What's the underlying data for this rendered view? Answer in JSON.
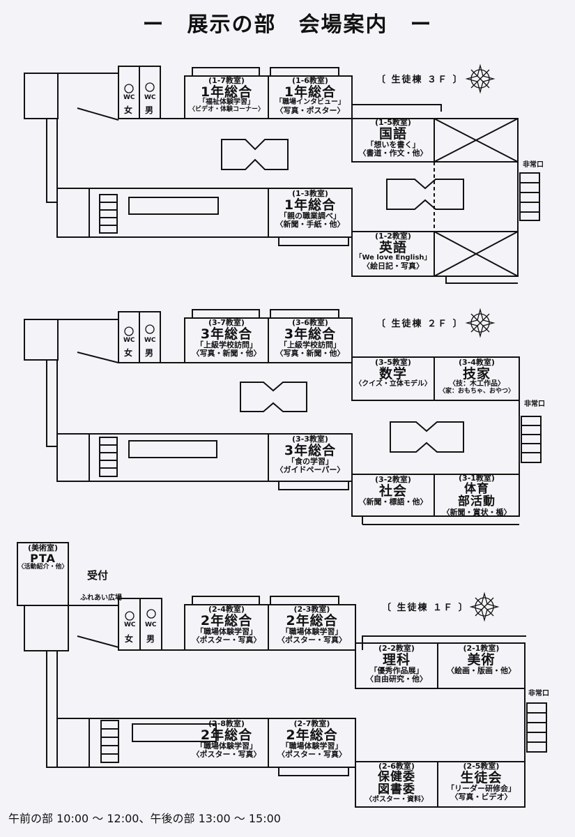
{
  "title": "ー　展示の部　会場案内　ー",
  "labels": {
    "wc_sign": "WC",
    "female": "女",
    "male": "男",
    "emergency_exit": "非常口"
  },
  "floors": {
    "f3": {
      "label": "〔 生徒棟 ３Ｆ 〕",
      "rooms": [
        {
          "num": "(1-7教室)",
          "title": "1年総合",
          "lines": [
            "「福祉体験学習」",
            "〈ビデオ・体験コーナー〉"
          ]
        },
        {
          "num": "(1-6教室)",
          "title": "1年総合",
          "lines": [
            "「職場インタビュー」",
            "〈写真・ポスター〉"
          ]
        },
        {
          "num": "(1-5教室)",
          "title": "国語",
          "lines": [
            "「想いを書く」",
            "〈書道・作文・他〉"
          ]
        },
        {
          "num": "(1-3教室)",
          "title": "1年総合",
          "lines": [
            "「親の職業調べ」",
            "〈新聞・手紙・他〉"
          ]
        },
        {
          "num": "(1-2教室)",
          "title": "英語",
          "lines": [
            "「We love English」",
            "〈絵日記・写真〉"
          ]
        }
      ]
    },
    "f2": {
      "label": "〔 生徒棟 ２Ｆ 〕",
      "rooms": [
        {
          "num": "(3-7教室)",
          "title": "3年総合",
          "lines": [
            "「上級学校訪問」",
            "〈写真・新聞・他〉"
          ]
        },
        {
          "num": "(3-6教室)",
          "title": "3年総合",
          "lines": [
            "「上級学校訪問」",
            "〈写真・新聞・他〉"
          ]
        },
        {
          "num": "(3-5教室)",
          "title": "数学",
          "lines": [
            "〈クイズ・立体モデル〉"
          ]
        },
        {
          "num": "(3-4教室)",
          "title": "技家",
          "lines": [
            "〈技：木工作品〉",
            "〈家：おもちゃ、おやつ〉"
          ]
        },
        {
          "num": "(3-3教室)",
          "title": "3年総合",
          "lines": [
            "「食の学習」",
            "〈ガイドペーパー〉"
          ]
        },
        {
          "num": "(3-2教室)",
          "title": "社会",
          "lines": [
            "〈新聞・標語・他〉"
          ]
        },
        {
          "num": "(3-1教室)",
          "title": "体育",
          "title2": "部活動",
          "lines": [
            "〈新聞・賞状・楯〉"
          ]
        }
      ]
    },
    "f1": {
      "label": "〔 生徒棟 １Ｆ 〕",
      "art_room": {
        "num": "(美術室)",
        "title": "PTA",
        "line": "〈活動紹介・他〉"
      },
      "reception": "受付",
      "plaza": "ふれあい広場",
      "rooms": [
        {
          "num": "(2-4教室)",
          "title": "2年総合",
          "lines": [
            "「職場体験学習」",
            "〈ポスター・写真〉"
          ]
        },
        {
          "num": "(2-3教室)",
          "title": "2年総合",
          "lines": [
            "「職場体験学習」",
            "〈ポスター・写真〉"
          ]
        },
        {
          "num": "(2-2教室)",
          "title": "理科",
          "lines": [
            "「優秀作品展」",
            "〈自由研究・他〉"
          ]
        },
        {
          "num": "(2-1教室)",
          "title": "美術",
          "lines": [
            "〈絵画・版画・他〉"
          ]
        },
        {
          "num": "(2-8教室)",
          "title": "2年総合",
          "lines": [
            "「職場体験学習」",
            "〈ポスター・写真〉"
          ]
        },
        {
          "num": "(2-7教室)",
          "title": "2年総合",
          "lines": [
            "「職場体験学習」",
            "〈ポスター・写真〉"
          ]
        },
        {
          "num": "(2-6教室)",
          "title": "保健委",
          "title2": "図書委",
          "lines": [
            "〈ポスター・資料〉"
          ]
        },
        {
          "num": "(2-5教室)",
          "title": "生徒会",
          "lines": [
            "「リーダー研修会」",
            "〈写真・ビデオ〉"
          ]
        }
      ]
    }
  },
  "hours": "午前の部 10:00 ～ 12:00、午後の部 13:00 ～ 15:00"
}
